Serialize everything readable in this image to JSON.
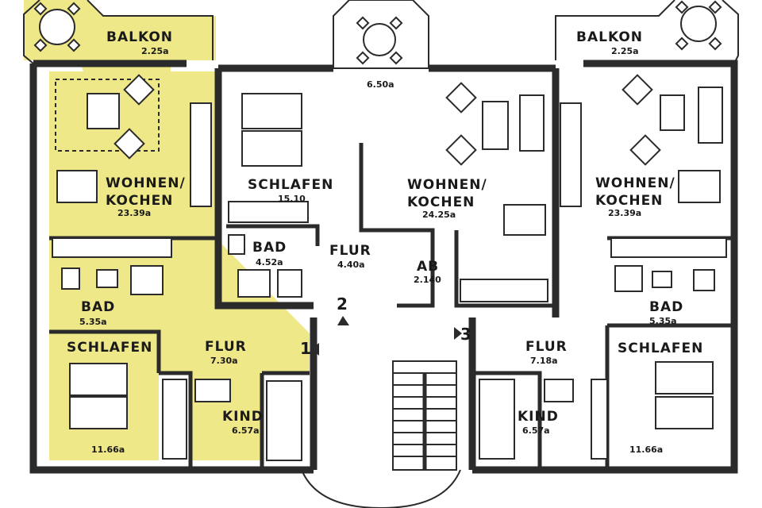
{
  "colors": {
    "highlight": "#efe888",
    "wall": "#2b2b2b",
    "background": "#ffffff"
  },
  "rooms": [
    {
      "id": "balkon-left",
      "name": "BALKON",
      "area": "2.25a"
    },
    {
      "id": "wohnen-left",
      "name1": "WOHNEN/",
      "name2": "KOCHEN",
      "area": "23.39a"
    },
    {
      "id": "bad-left",
      "name": "BAD",
      "area": "5.35a"
    },
    {
      "id": "schlafen-left",
      "name": "SCHLAFEN",
      "area": "11.66a"
    },
    {
      "id": "flur-left",
      "name": "FLUR",
      "area": "7.30a"
    },
    {
      "id": "kind-left",
      "name": "KIND",
      "area": "6.57a"
    },
    {
      "id": "balkon-center",
      "area": "6.50a"
    },
    {
      "id": "schlafen-center",
      "name": "SCHLAFEN",
      "area": "15.10"
    },
    {
      "id": "wohnen-center",
      "name1": "WOHNEN/",
      "name2": "KOCHEN",
      "area": "24.25a"
    },
    {
      "id": "bad-center",
      "name": "BAD",
      "area": "4.52a"
    },
    {
      "id": "flur-center",
      "name": "FLUR",
      "area": "4.40a"
    },
    {
      "id": "ab-center",
      "name": "AB",
      "area": "2.140"
    },
    {
      "id": "balkon-right",
      "name": "BALKON",
      "area": "2.25a"
    },
    {
      "id": "wohnen-right",
      "name1": "WOHNEN/",
      "name2": "KOCHEN",
      "area": "23.39a"
    },
    {
      "id": "bad-right",
      "name": "BAD",
      "area": "5.35a"
    },
    {
      "id": "schlafen-right",
      "name": "SCHLAFEN",
      "area": "11.66a"
    },
    {
      "id": "flur-right",
      "name": "FLUR",
      "area": "7.18a"
    },
    {
      "id": "kind-right",
      "name": "KIND",
      "area": "6.57a"
    }
  ],
  "apartment_numbers": [
    "1",
    "2",
    "3"
  ]
}
